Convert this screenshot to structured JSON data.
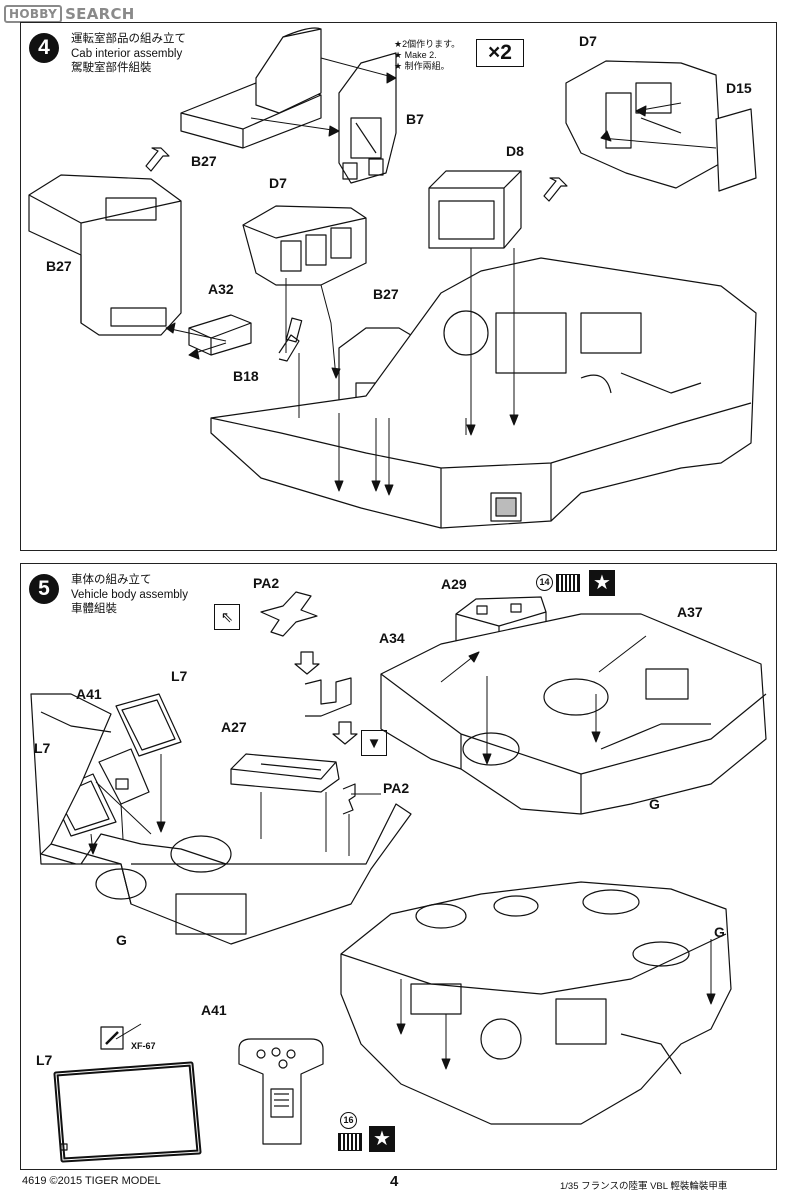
{
  "watermark": {
    "logo": "HOBBY",
    "text": "SEARCH"
  },
  "step4": {
    "number": "4",
    "title_jp": "運転室部品の組み立て",
    "title_en": "Cab interior assembly",
    "title_cn": "駕駛室部件組裝",
    "note_lines": [
      "★2個作ります。",
      "★ Make 2.",
      "★ 制作兩組。"
    ],
    "multiplier": "×2",
    "labels": {
      "b27_top": "B27",
      "b7": "B7",
      "d7_top": "D7",
      "d15": "D15",
      "d8": "D8",
      "b27_left": "B27",
      "d7_mid": "D7",
      "a32": "A32",
      "b27_mid": "B27",
      "b18": "B18"
    }
  },
  "step5": {
    "number": "5",
    "title_jp": "車体の組み立て",
    "title_en": "Vehicle body assembly",
    "title_cn": "車體組裝",
    "labels": {
      "pa2_top": "PA2",
      "a29": "A29",
      "a34": "A34",
      "a37": "A37",
      "l7_a": "L7",
      "a41_top": "A41",
      "l7_b": "L7",
      "a27": "A27",
      "pa2_mid": "PA2",
      "g_left": "G",
      "g_right": "G",
      "g_lower": "G",
      "a41_bottom": "A41",
      "l7_detail": "L7",
      "xf67": "XF-67"
    },
    "decal_numbers": [
      "14",
      "16"
    ],
    "star_symbol": "★"
  },
  "footer": {
    "left": "4619  ©2015  TIGER MODEL",
    "page": "4",
    "right": "1/35 フランスの陸軍 VBL 輕裝輪裝甲車"
  }
}
